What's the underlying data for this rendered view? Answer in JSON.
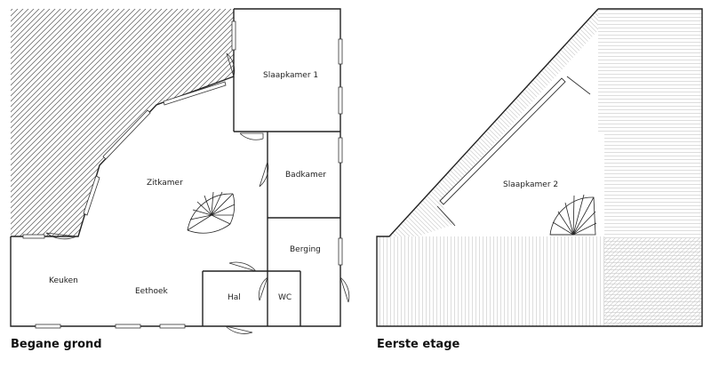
{
  "ground_floor": {
    "caption": "Begane grond",
    "rooms": {
      "slaapkamer1": "Slaapkamer 1",
      "badkamer": "Badkamer",
      "zitkamer": "Zitkamer",
      "berging": "Berging",
      "keuken": "Keuken",
      "eethoek": "Eethoek",
      "hal": "Hal",
      "wc": "WC"
    }
  },
  "first_floor": {
    "caption": "Eerste etage",
    "rooms": {
      "slaapkamer2": "Slaapkamer 2"
    }
  }
}
